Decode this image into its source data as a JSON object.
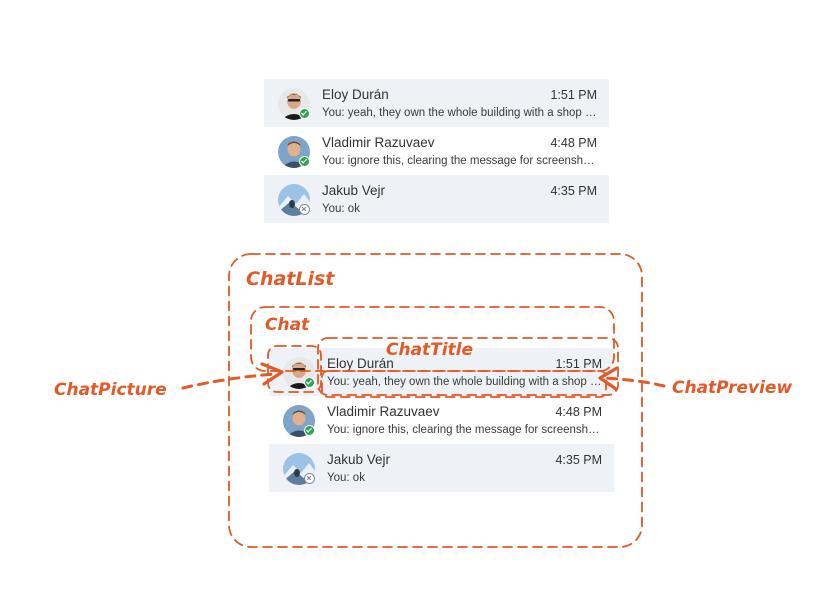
{
  "chats": [
    {
      "name": "Eloy Durán",
      "time": "1:51 PM",
      "preview": "You: yeah, they own the whole building with a shop downstairs",
      "status": "online",
      "selected": true
    },
    {
      "name": "Vladimir Razuvaev",
      "time": "4:48 PM",
      "preview": "You: ignore this, clearing the message for screenshots",
      "status": "online",
      "selected": false
    },
    {
      "name": "Jakub Vejr",
      "time": "4:35 PM",
      "preview": "You: ok",
      "status": "offline",
      "selected": false
    }
  ],
  "annotations": {
    "chatlist": "ChatList",
    "chat": "Chat",
    "chattitle": "ChatTitle",
    "chatpicture": "ChatPicture",
    "chatpreview": "ChatPreview"
  },
  "colors": {
    "annotation": "#e15a27",
    "selected_bg": "#eef1f5",
    "online": "#2aa54b"
  }
}
